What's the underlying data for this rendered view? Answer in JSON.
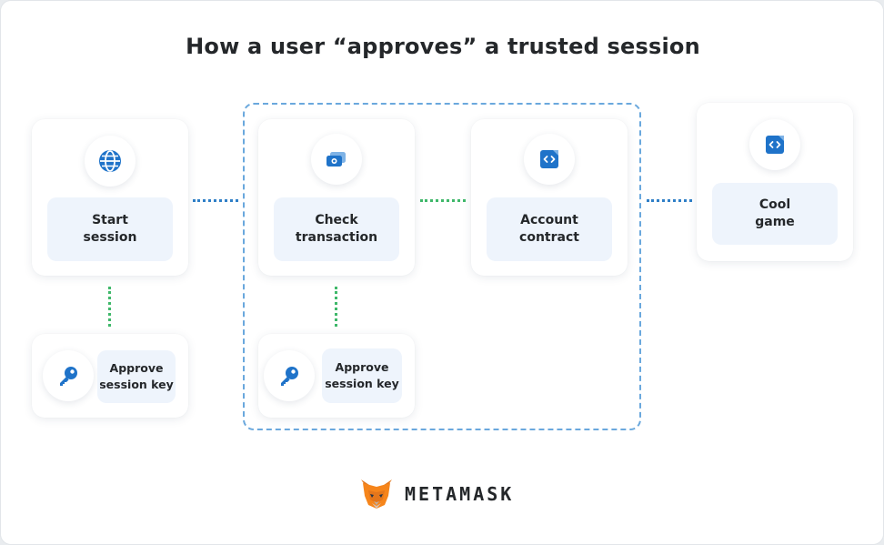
{
  "diagram": {
    "title": "How a user “approves” a trusted session",
    "nodes": {
      "start_session": {
        "label": "Start\nsession",
        "icon": "globe-icon"
      },
      "approve_key_1": {
        "label": "Approve\nsession key",
        "icon": "key-icon"
      },
      "check_transaction": {
        "label": "Check\ntransaction",
        "icon": "money-icon"
      },
      "approve_key_2": {
        "label": "Approve\nsession key",
        "icon": "key-icon"
      },
      "account_contract": {
        "label": "Account\ncontract",
        "icon": "code-file-icon"
      },
      "cool_game": {
        "label": "Cool\ngame",
        "icon": "code-file-icon"
      }
    },
    "colors": {
      "connector_blue": "#2f7fc7",
      "connector_green": "#3fb86a",
      "group_border": "#6aa8dd",
      "icon_blue": "#1f73c9",
      "label_bg": "#eef4fc"
    }
  },
  "brand": {
    "name": "METAMASK",
    "logo": "metamask-fox-logo"
  }
}
